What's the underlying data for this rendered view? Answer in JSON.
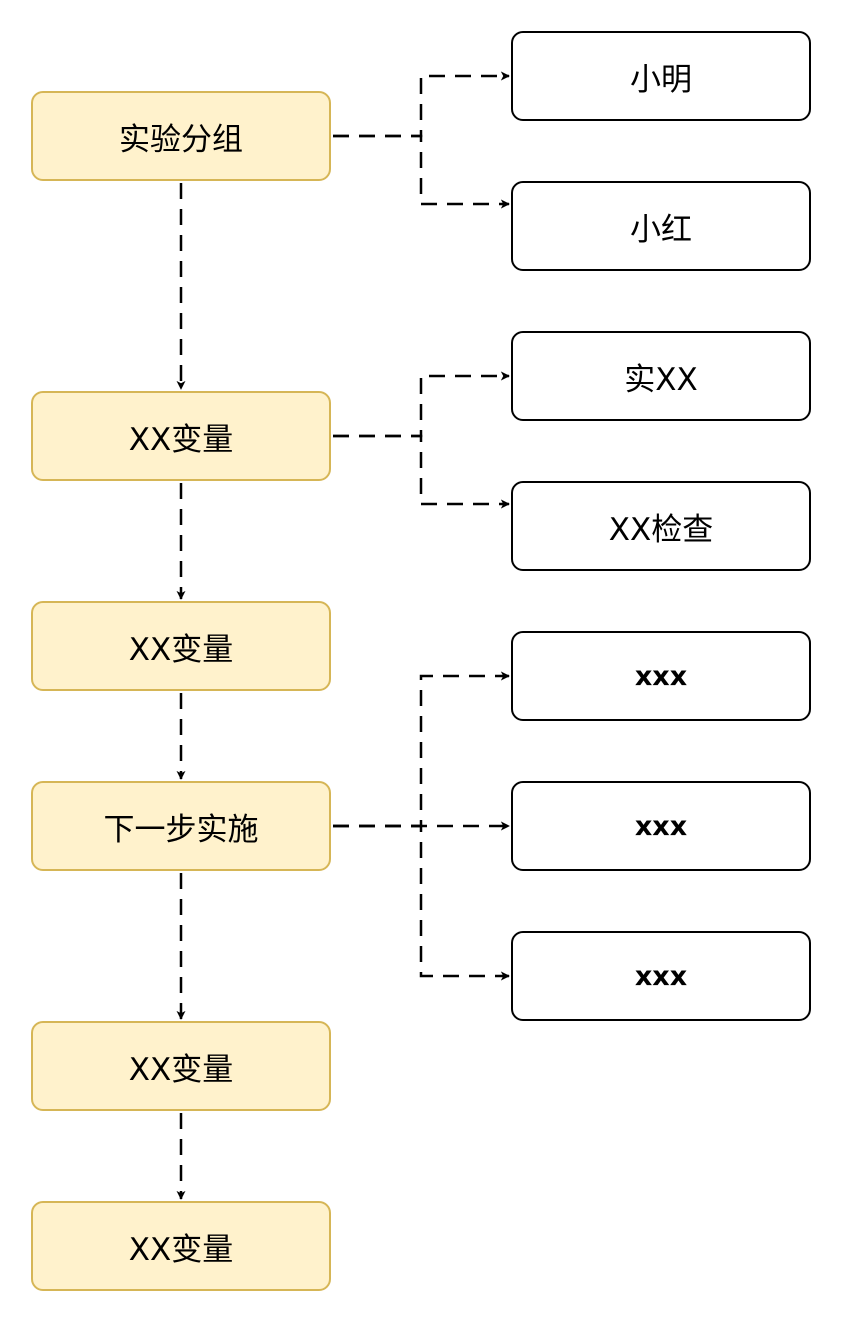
{
  "diagram": {
    "flow_nodes": [
      {
        "id": "n1",
        "label": "实验分组"
      },
      {
        "id": "n2",
        "label": "XX变量"
      },
      {
        "id": "n3",
        "label": "XX变量"
      },
      {
        "id": "n4",
        "label": "下一步实施"
      },
      {
        "id": "n5",
        "label": "XX变量"
      },
      {
        "id": "n6",
        "label": "XX变量"
      }
    ],
    "detail_nodes": [
      {
        "id": "d1",
        "label": "小明"
      },
      {
        "id": "d2",
        "label": "小红"
      },
      {
        "id": "d3",
        "label": "实XX"
      },
      {
        "id": "d4",
        "label": "XX检查"
      },
      {
        "id": "d5",
        "label": "xxx"
      },
      {
        "id": "d6",
        "label": "xxx"
      },
      {
        "id": "d7",
        "label": "xxx"
      }
    ],
    "edges": [
      {
        "from": "n1",
        "to": "n2"
      },
      {
        "from": "n2",
        "to": "n3"
      },
      {
        "from": "n3",
        "to": "n4"
      },
      {
        "from": "n4",
        "to": "n5"
      },
      {
        "from": "n5",
        "to": "n6"
      },
      {
        "from": "n1",
        "to": "d1"
      },
      {
        "from": "n1",
        "to": "d2"
      },
      {
        "from": "n2",
        "to": "d3"
      },
      {
        "from": "n2",
        "to": "d4"
      },
      {
        "from": "n4",
        "to": "d5"
      },
      {
        "from": "n4",
        "to": "d6"
      },
      {
        "from": "n4",
        "to": "d7"
      }
    ],
    "colors": {
      "flow_fill": "#fff2cc",
      "flow_stroke": "#d6b656",
      "detail_fill": "#ffffff",
      "detail_stroke": "#000000",
      "edge": "#000000"
    }
  }
}
